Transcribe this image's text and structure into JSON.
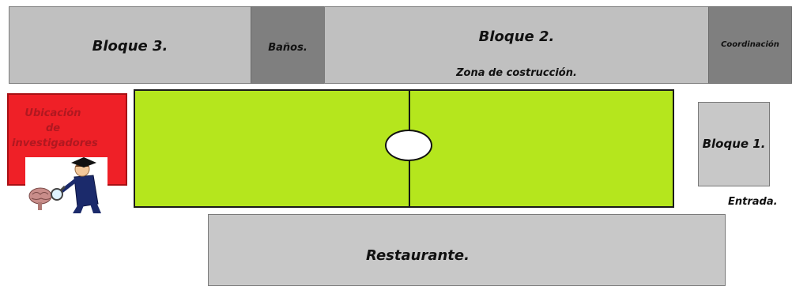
{
  "blocks": {
    "bloque3": {
      "label": "Bloque 3."
    },
    "banos": {
      "label": "Baños."
    },
    "bloque2": {
      "label": "Bloque 2.",
      "sublabel": "Zona de costrucción."
    },
    "coordinacion": {
      "label": "Coordinación"
    },
    "investigadores": {
      "line1": "Ubicación",
      "line2": "de",
      "line3": "investigadores"
    },
    "bloque1": {
      "label": "Bloque 1."
    },
    "restaurante": {
      "label": "Restaurante."
    }
  },
  "entrada": {
    "label": "Entrada."
  },
  "colors": {
    "block_gray": "#c0c0c0",
    "block_dark": "#7f7f7f",
    "field_green": "#b5e61d",
    "investigators_red": "#ef2027",
    "investigators_text": "#b01820"
  },
  "icons": {
    "field_center": "center-circle",
    "researcher": "researcher-with-magnifier-icon",
    "brain": "brain-icon"
  }
}
